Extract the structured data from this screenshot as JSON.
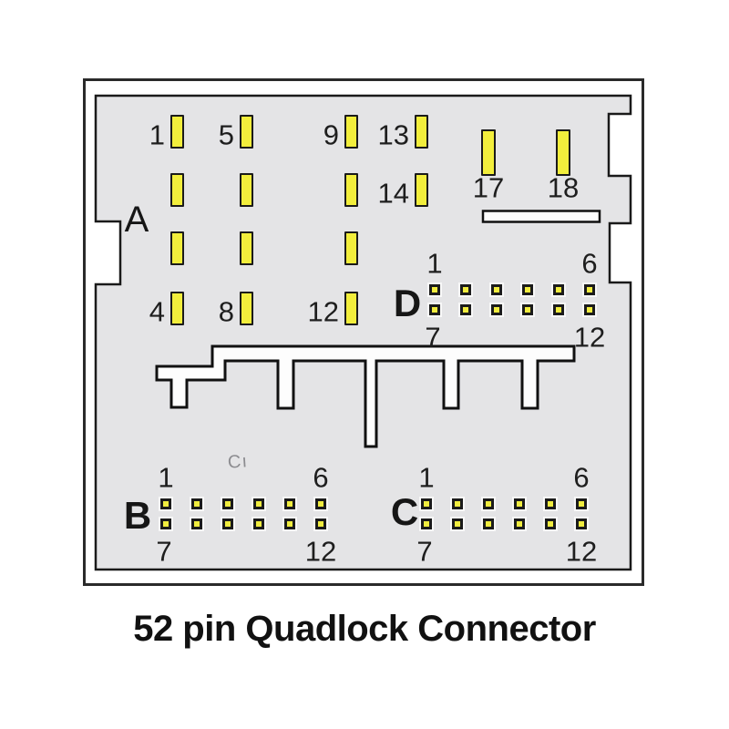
{
  "title": "52 pin Quadlock Connector",
  "artifact_mark": "Cı",
  "colors": {
    "pin_yellow": "#f2ee3c",
    "body_gray": "#e4e4e6",
    "line_black": "#1a1a1a",
    "frame_white": "#ffffff"
  },
  "connector": {
    "section_a": {
      "label": "A",
      "blade_pins": [
        {
          "col": 0,
          "row": 0,
          "label": "1"
        },
        {
          "col": 1,
          "row": 0,
          "label": "5"
        },
        {
          "col": 2,
          "row": 0,
          "label": "9"
        },
        {
          "col": 3,
          "row": 0,
          "label": "13"
        },
        {
          "col": 0,
          "row": 1
        },
        {
          "col": 1,
          "row": 1
        },
        {
          "col": 2,
          "row": 1
        },
        {
          "col": 3,
          "row": 1,
          "label": "14"
        },
        {
          "col": 0,
          "row": 2
        },
        {
          "col": 1,
          "row": 2
        },
        {
          "col": 2,
          "row": 2
        },
        {
          "col": 0,
          "row": 3,
          "label": "4"
        },
        {
          "col": 1,
          "row": 3,
          "label": "8"
        },
        {
          "col": 2,
          "row": 3,
          "label": "12"
        }
      ],
      "tall_pins": [
        {
          "label": "17"
        },
        {
          "label": "18"
        }
      ]
    },
    "micro_sections": [
      {
        "id": "D",
        "label": "D",
        "cols": 6,
        "rows": 2,
        "corner_labels": {
          "top_left": "1",
          "top_right": "6",
          "bottom_left": "7",
          "bottom_right": "12"
        }
      },
      {
        "id": "B",
        "label": "B",
        "cols": 6,
        "rows": 2,
        "corner_labels": {
          "top_left": "1",
          "top_right": "6",
          "bottom_left": "7",
          "bottom_right": "12"
        }
      },
      {
        "id": "C",
        "label": "C",
        "cols": 6,
        "rows": 2,
        "corner_labels": {
          "top_left": "1",
          "top_right": "6",
          "bottom_left": "7",
          "bottom_right": "12"
        }
      }
    ]
  }
}
